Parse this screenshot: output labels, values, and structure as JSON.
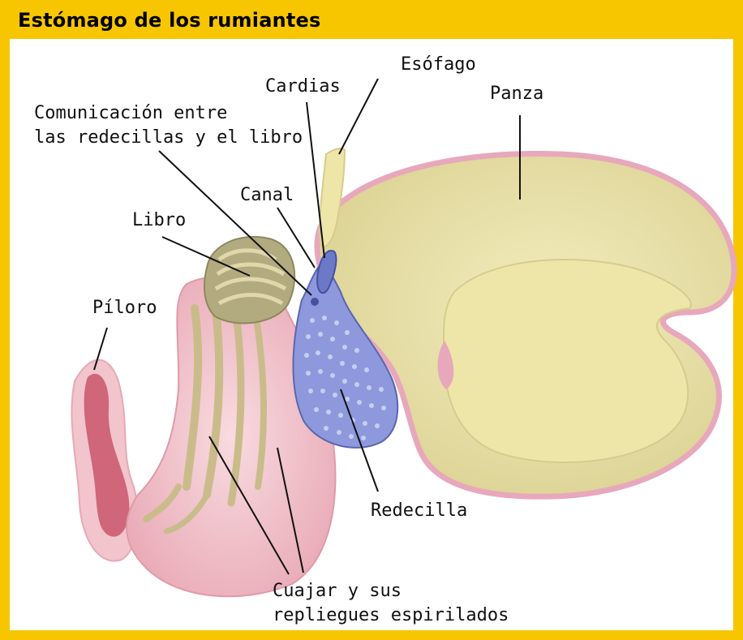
{
  "title": "Estómago de los rumiantes",
  "labels": {
    "esofago": "Esófago",
    "cardias": "Cardias",
    "panza": "Panza",
    "comunicacion_1": "Comunicación entre",
    "comunicacion_2": "las redecillas y el libro",
    "canal": "Canal",
    "libro": "Libro",
    "piloro": "Píloro",
    "redecilla": "Redecilla",
    "cuajar_1": "Cuajar y sus",
    "cuajar_2": "repliegues espirilados"
  },
  "colors": {
    "frame": "#f7c600",
    "panza": "#ede6a8",
    "panza_outline": "#e8a8bc",
    "redecilla": "#8d99dc",
    "libro": "#b3ab80",
    "cuajar": "#f2c4cc",
    "piloro": "#cf6679"
  }
}
